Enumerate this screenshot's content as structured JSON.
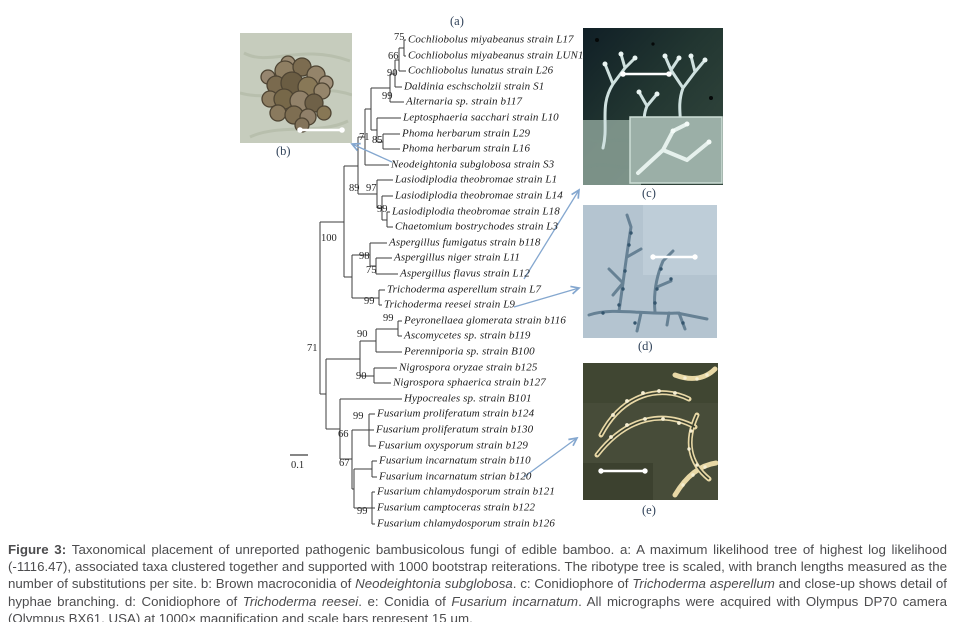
{
  "figure": {
    "panel_labels": {
      "a": "(a)",
      "b": "(b)",
      "c": "(c)",
      "d": "(d)",
      "e": "(e)"
    }
  },
  "tree": {
    "scale_label": "0.1",
    "taxa": [
      "Cochliobolus miyabeanus strain L17",
      "Cochliobolus miyabeanus strain LUN1",
      "Cochliobolus lunatus strain L26",
      "Daldinia eschscholzii strain S1",
      "Alternaria sp. strain b117",
      "Leptosphaeria sacchari strain L10",
      "Phoma herbarum strain L29",
      "Phoma herbarum strain L16",
      "Neodeightonia subglobosa strain S3",
      "Lasiodiplodia theobromae strain L1",
      "Lasiodiplodia theobromae strain L14",
      "Lasiodiplodia theobromae strain L18",
      "Chaetomium bostrychodes strain L3",
      "Aspergillus fumigatus strain b118",
      "Aspergillus niger strain L11",
      "Aspergillus flavus strain L12",
      "Trichoderma asperellum strain L7",
      "Trichoderma reesei strain L9",
      "Peyronellaea glomerata strain b116",
      "Ascomycetes sp. strain b119",
      "Perenniporia sp. strain B100",
      "Nigrospora oryzae strain b125",
      "Nigrospora sphaerica strain b127",
      "Hypocreales sp. strain B101",
      "Fusarium proliferatum strain b124",
      "Fusarium proliferatum strain b130",
      "Fusarium oxysporum strain b129",
      "Fusarium incarnatum strain b110",
      "Fusarium incarnatum strian b120",
      "Fusarium chlamydosporum strain b121",
      "Fusarium camptoceras strain b122",
      "Fusarium chlamydosporum strain b126"
    ],
    "bootstraps": [
      "75",
      "66",
      "90",
      "99",
      "71",
      "85",
      "89",
      "97",
      "99",
      "100",
      "98",
      "75",
      "99",
      "99",
      "90",
      "71",
      "90",
      "99",
      "66",
      "67",
      "99"
    ]
  },
  "colors": {
    "arrow_blue": "#84a7cf",
    "tree_line": "#3d3d3d"
  },
  "caption": {
    "runs": [
      {
        "t": "Figure 3: ",
        "b": true
      },
      {
        "t": "Taxonomical placement of unreported pathogenic bambusicolous fungi of edible bamboo. a: A maximum likelihood tree of highest log likelihood (-1116.47), associated taxa clustered together and supported with 1000 bootstrap reiterations. The ribotype tree is scaled, with branch lengths measured as the number of substitutions per site. b: Brown macroconidia of "
      },
      {
        "t": "Neodeightonia subglobosa",
        "i": true
      },
      {
        "t": ". c: Conidiophore of "
      },
      {
        "t": "Trichoderma asperellum",
        "i": true
      },
      {
        "t": " and close-up shows detail of hyphae branching. d: Conidiophore of "
      },
      {
        "t": "Trichoderma reesei",
        "i": true
      },
      {
        "t": ". e: Conidia of "
      },
      {
        "t": "Fusarium incarnatum",
        "i": true
      },
      {
        "t": ". All micrographs were acquired with Olympus DP70 camera (Olympus BX61, USA) at 1000× magnification and scale bars represent 15 μm."
      }
    ]
  }
}
